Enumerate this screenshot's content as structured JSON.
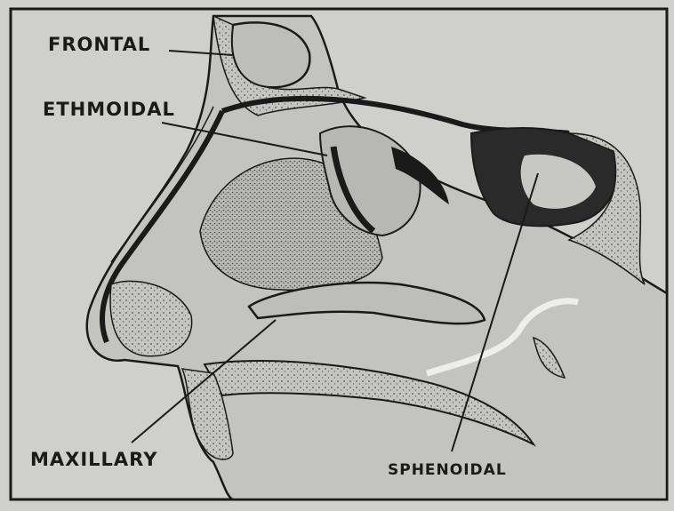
{
  "labels": {
    "frontal": "FRONTAL",
    "ethmoidal": "ETHMOIDAL",
    "maxillary": "MAXILLARY",
    "sphenoidal": "SPHENOIDAL"
  },
  "colors": {
    "background": "#cfcfcc",
    "ink": "#1a1a1a",
    "tissue": "#bdbdba",
    "bone": "#d6d6d2",
    "cavity": "#2a2a2a"
  }
}
